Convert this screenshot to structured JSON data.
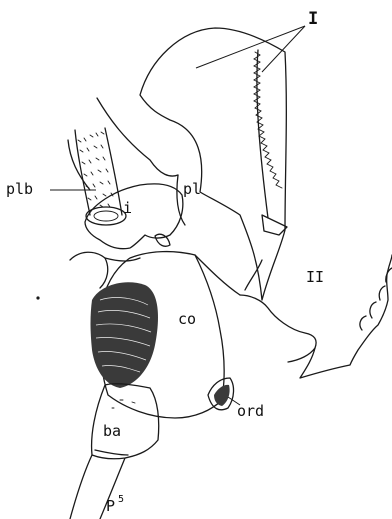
{
  "labels": {
    "I": "I",
    "II": "II",
    "plb": "plb",
    "pl": "pl",
    "i": "i",
    "co": "co",
    "ord": "ord",
    "ba": "ba",
    "p": "P",
    "p_superscript": "5"
  }
}
